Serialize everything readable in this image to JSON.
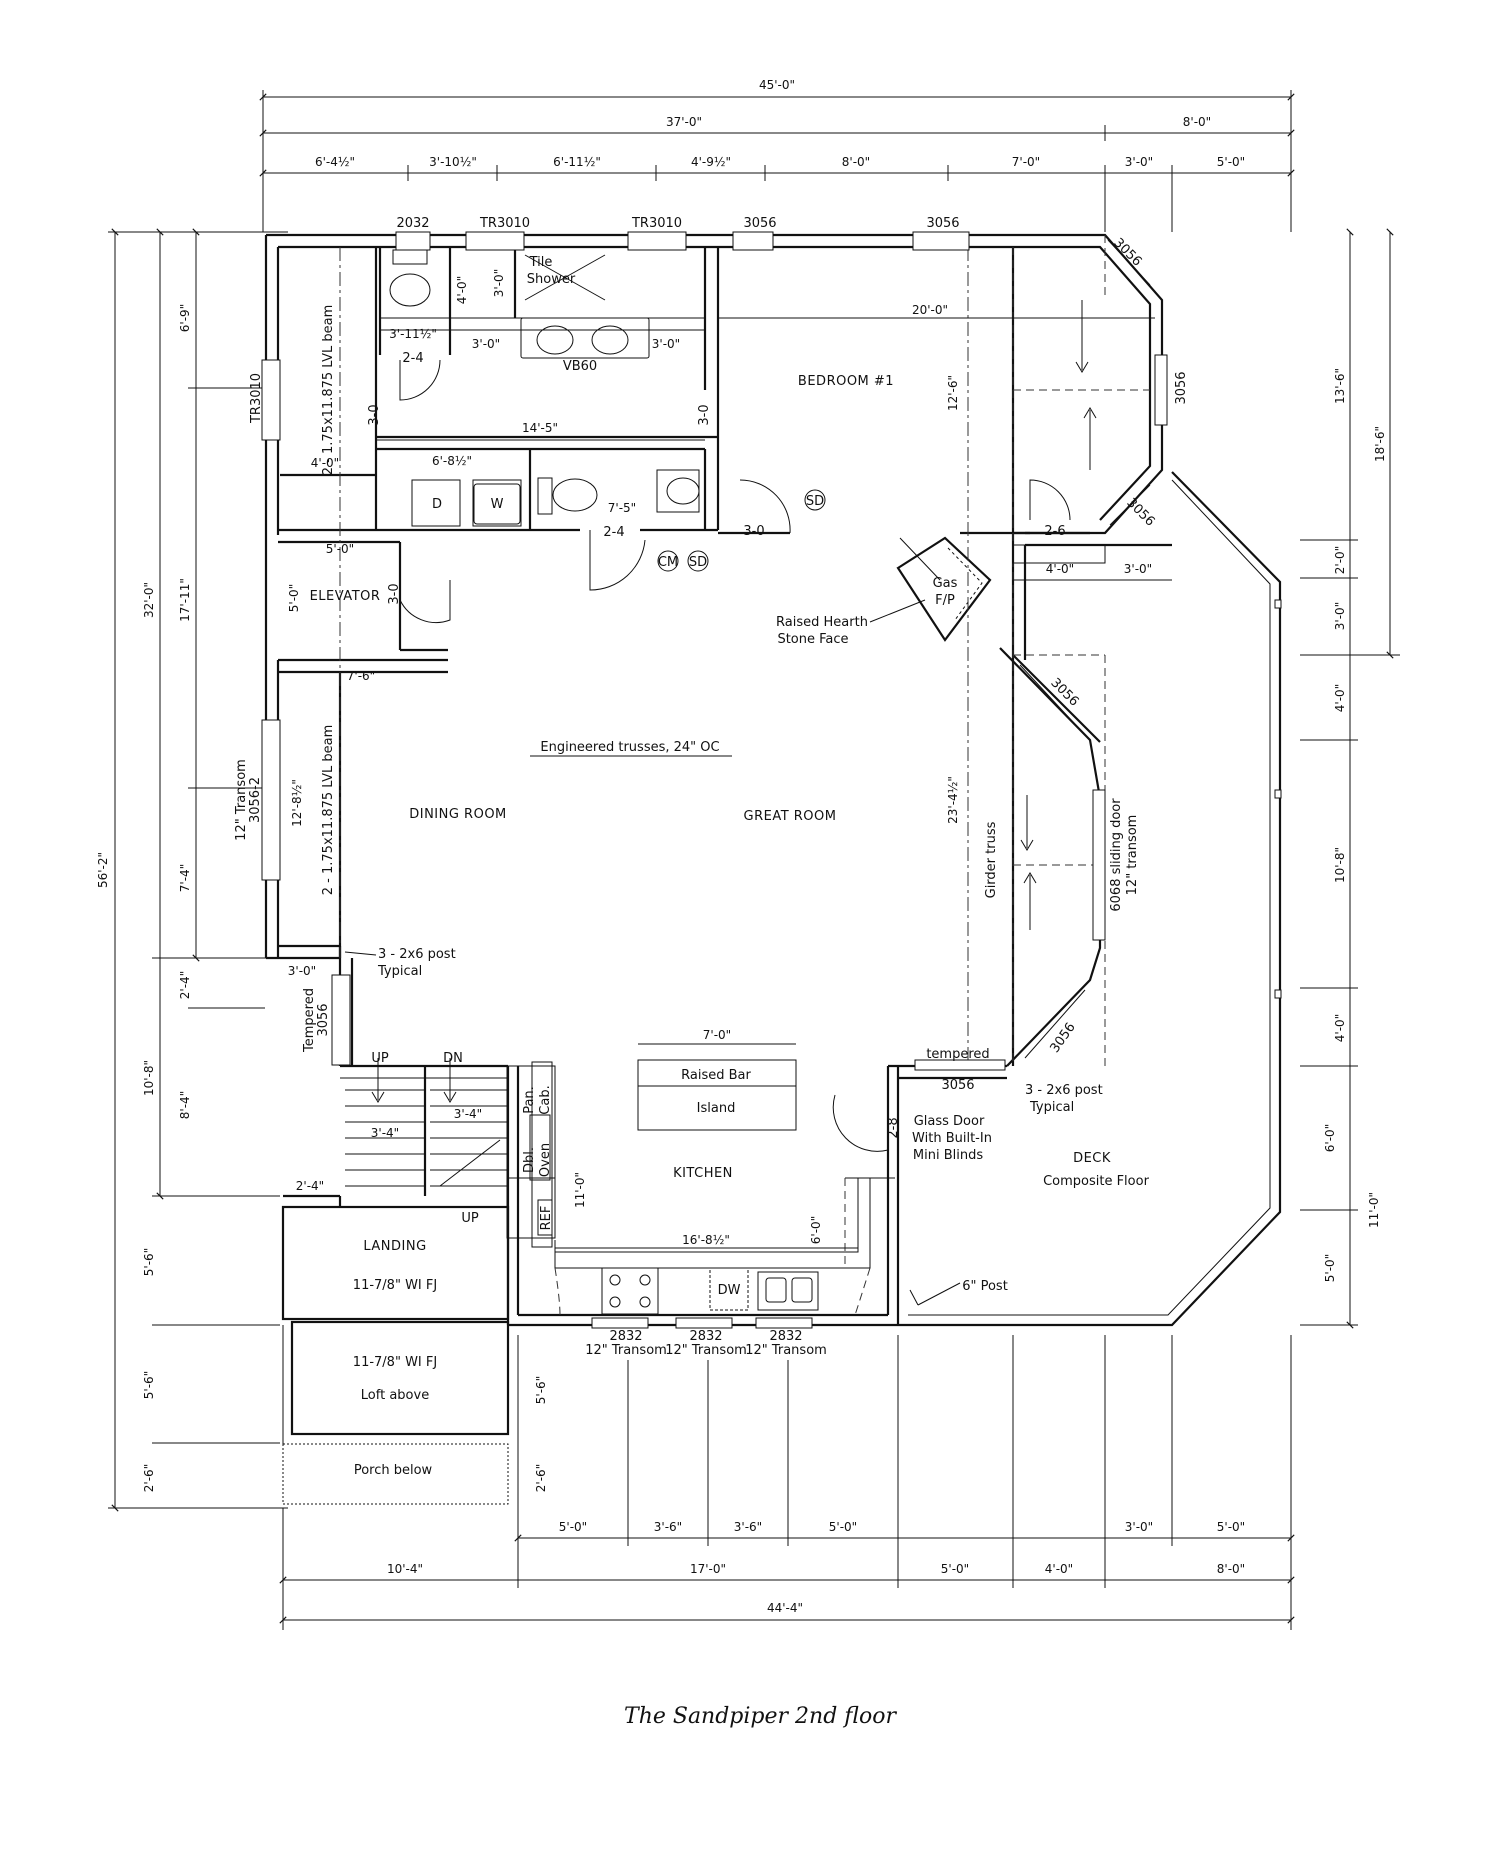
{
  "title": "The Sandpiper 2nd floor",
  "colors": {
    "ink": "#111111",
    "background": "#ffffff"
  },
  "dims": {
    "top_total": "45'-0\"",
    "top_main": "37'-0\"",
    "top_deck": "8'-0\"",
    "top_segments": [
      "6'-4½\"",
      "3'-10½\"",
      "6'-11½\"",
      "4'-9½\"",
      "8'-0\"",
      "7'-0\"",
      "3'-0\"",
      "5'-0\""
    ],
    "left_total": "56'-2\"",
    "left_main": "32'-0\"",
    "left_upper": "17'-11\"",
    "left_lower": "10'-8\"",
    "left_segments": [
      "6'-9\"",
      "7'-4\"",
      "2'-4\"",
      "8'-4\"",
      "5'-6\"",
      "5'-6\"",
      "2'-6\""
    ],
    "right_total": "18'-6\"",
    "right_segments": [
      "13'-6\"",
      "2'-0\"",
      "3'-0\"",
      "4'-0\"",
      "10'-8\"",
      "4'-0\"",
      "6'-0\"",
      "5'-0\"",
      "11'-0\""
    ],
    "bottom_total": "44'-4\"",
    "bottom_main": [
      "10'-4\"",
      "17'-0\"",
      "5'-0\"",
      "4'-0\"",
      "8'-0\""
    ],
    "bottom_segments": [
      "5'-0\"",
      "3'-6\"",
      "3'-6\"",
      "5'-0\"",
      "3'-0\"",
      "5'-0\""
    ],
    "interior": {
      "bath_w": "20'-0\"",
      "hall_w": "14'-5\"",
      "laundry": "6'-8½\"",
      "bath2": "7'-5\"",
      "closet": "4'-0\"",
      "bath1_w": "3'-11½\"",
      "bath1_h": "4'-0\"",
      "vanity_l": "3'-0\"",
      "vanity_r": "3'-0\"",
      "shower_h": "3'-0\"",
      "elev_w": "5'-0\"",
      "elev_h": "5'-0\"",
      "dining_w": "7'-6\"",
      "dining_h": "12'-8½\"",
      "bed_h": "12'-6\"",
      "great_h": "23'-4½\"",
      "bar": "7'-0\"",
      "kitchen_w": "16'-8½\"",
      "kitchen_h": "11'-0\"",
      "kitchen_r": "6'-0\"",
      "stair_l": "3'-4\"",
      "stair_r": "3'-4\"",
      "landing_w": "2'-4\"",
      "porch_w": "3'-0\"",
      "deck_a": "4'-0\"",
      "deck_b": "3'-0\"",
      "loft_h": "5'-6\"",
      "porch_h": "2'-6\""
    }
  },
  "windows": {
    "w2032": "2032",
    "tr1": "TR3010",
    "tr2": "TR3010",
    "w3056a": "3056",
    "w3056b": "3056",
    "corner1": "3056",
    "side1": "3056",
    "corner2": "3056",
    "tr_left": "TR3010",
    "mid_corner": "3056",
    "low_corner": "3056",
    "deck_door": "3056",
    "bottom": [
      {
        "code": "2832",
        "note": "12\" Transom"
      },
      {
        "code": "2832",
        "note": "12\" Transom"
      },
      {
        "code": "2832",
        "note": "12\" Transom"
      }
    ],
    "dining_transom": "12\" Transom",
    "dining_code": "3056-2",
    "tempered_code": "3056",
    "tempered": "Tempered",
    "sliding": "6068 sliding door",
    "sliding_transom": "12\" transom",
    "tempered_deck": "tempered"
  },
  "doors": {
    "d24a": "2-4",
    "d24b": "2-4",
    "d30a": "3-0",
    "d30b": "3-0",
    "d30c": "3-0",
    "d30elev": "3-0",
    "d26": "2-6",
    "d28": "2-8"
  },
  "rooms": {
    "bedroom": "BEDROOM #1",
    "elevator": "ELEVATOR",
    "dining": "DINING ROOM",
    "great": "GREAT ROOM",
    "kitchen": "KITCHEN",
    "deck": "DECK",
    "deck_floor": "Composite Floor",
    "landing": "LANDING",
    "landing_fj": "11-7/8\" WI FJ",
    "loft_fj": "11-7/8\" WI FJ",
    "loft": "Loft above",
    "porch": "Porch below"
  },
  "labels": {
    "tile": "Tile",
    "shower": "Shower",
    "vanity": "VB60",
    "lvl_beam1": "2 - 1.75x11.875 LVL beam",
    "lvl_beam2": "2 - 1.75x11.875 LVL beam",
    "dryer": "D",
    "washer": "W",
    "sd1": "SD",
    "sd2": "SD",
    "cm": "CM",
    "gas": "Gas",
    "fp": "F/P",
    "hearth1": "Raised Hearth",
    "hearth2": "Stone Face",
    "trusses": "Engineered trusses, 24\" OC",
    "girder": "Girder truss",
    "post1a": "3 - 2x6 post",
    "post1b": "Typical",
    "post2a": "3 - 2x6 post",
    "post2b": "Typical",
    "post6": "6\" Post",
    "bar1": "Raised Bar",
    "bar2": "Island",
    "glass1": "Glass Door",
    "glass2": "With Built-In",
    "glass3": "Mini Blinds",
    "up1": "UP",
    "dn": "DN",
    "up2": "UP",
    "pan1": "Pan.",
    "pan2": "Cab.",
    "oven1": "Dbl.",
    "oven2": "Oven",
    "ref": "REF",
    "dw": "DW"
  }
}
